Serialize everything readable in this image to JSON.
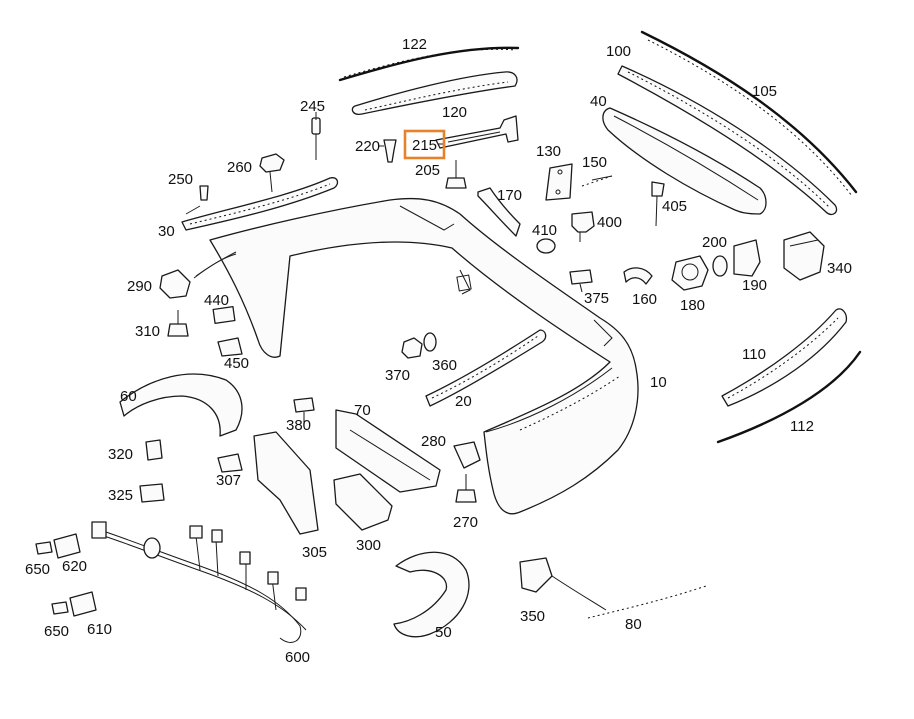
{
  "highlight_color": "#e8822a",
  "callouts": {
    "c122": "122",
    "c100": "100",
    "c105": "105",
    "c40": "40",
    "c245": "245",
    "c120": "120",
    "c220": "220",
    "c215": "215",
    "c205": "205",
    "c130": "130",
    "c150": "150",
    "c170": "170",
    "c260": "260",
    "c250": "250",
    "c30": "30",
    "c410": "410",
    "c400": "400",
    "c405": "405",
    "c200": "200",
    "c340": "340",
    "c190": "190",
    "c180": "180",
    "c160": "160",
    "c375": "375",
    "c290": "290",
    "c440": "440",
    "c310": "310",
    "c450": "450",
    "c370": "370",
    "c360": "360",
    "c110": "110",
    "c10": "10",
    "c60": "60",
    "c380": "380",
    "c70": "70",
    "c20": "20",
    "c280": "280",
    "c112": "112",
    "c320": "320",
    "c307": "307",
    "c325": "325",
    "c270": "270",
    "c305": "305",
    "c300": "300",
    "c650a": "650",
    "c620": "620",
    "c650b": "650",
    "c610": "610",
    "c600": "600",
    "c50": "50",
    "c350": "350",
    "c80": "80"
  },
  "selected_callout": "215"
}
